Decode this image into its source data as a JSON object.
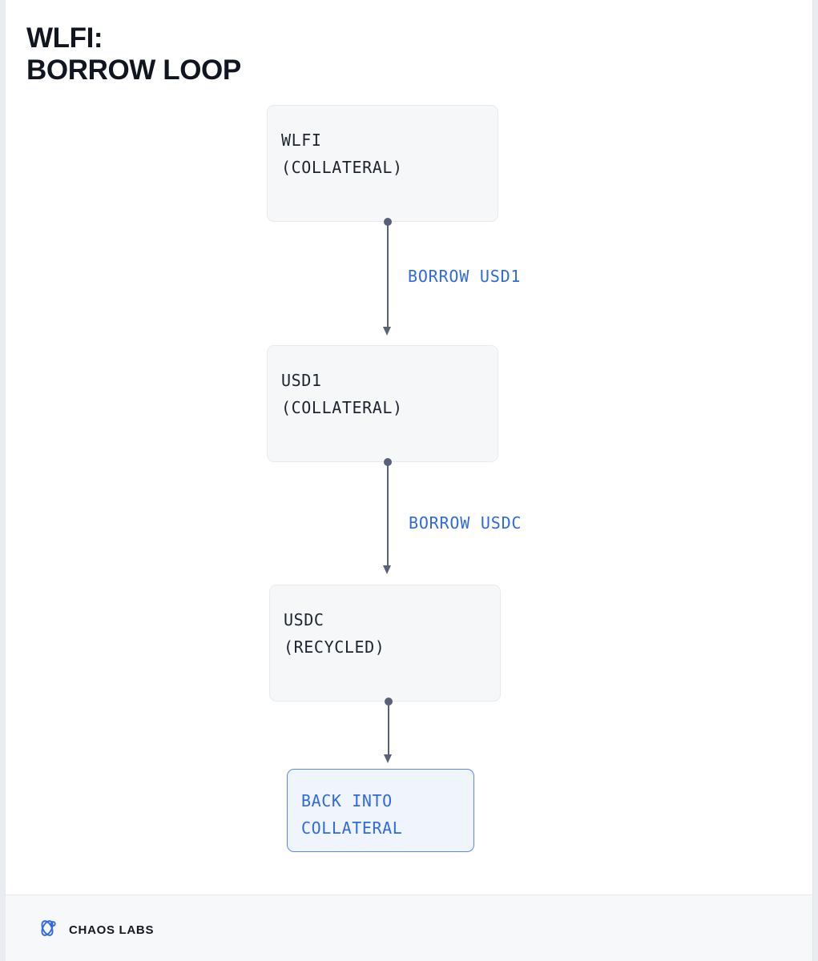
{
  "title": {
    "line1": "WLFI:",
    "line2": "BORROW LOOP"
  },
  "colors": {
    "accent_blue": "#2f6ae0",
    "connector": "#59617a",
    "node_fill": "#f6f7f9",
    "node_border": "#e8eaee",
    "final_fill": "#eff4fd",
    "final_border": "#5b87e8",
    "text_dark": "#1d2430",
    "footer_bg": "#f7f8fa",
    "canvas_bg": "#ffffff"
  },
  "flow": {
    "nodes": [
      {
        "id": "wlfi-collateral",
        "line1": "WLFI",
        "line2": "(COLLATERAL)",
        "highlight": false
      },
      {
        "id": "usd1-collateral",
        "line1": "USD1",
        "line2": "(COLLATERAL)",
        "highlight": false
      },
      {
        "id": "usdc-recycled",
        "line1": "USDC",
        "line2": "(RECYCLED)",
        "highlight": false
      }
    ],
    "final_node": {
      "id": "back-into-collateral",
      "line1": "BACK INTO",
      "line2": "COLLATERAL",
      "highlight": true
    },
    "connectors": [
      {
        "id": "wlfi-to-usd1",
        "label": "BORROW USD1"
      },
      {
        "id": "usd1-to-usdc",
        "label": "BORROW USDC"
      },
      {
        "id": "usdc-to-collateral",
        "label": ""
      }
    ]
  },
  "footer": {
    "logo_icon": "chaos-labs-atom-icon",
    "wordmark": "CHAOS LABS"
  }
}
